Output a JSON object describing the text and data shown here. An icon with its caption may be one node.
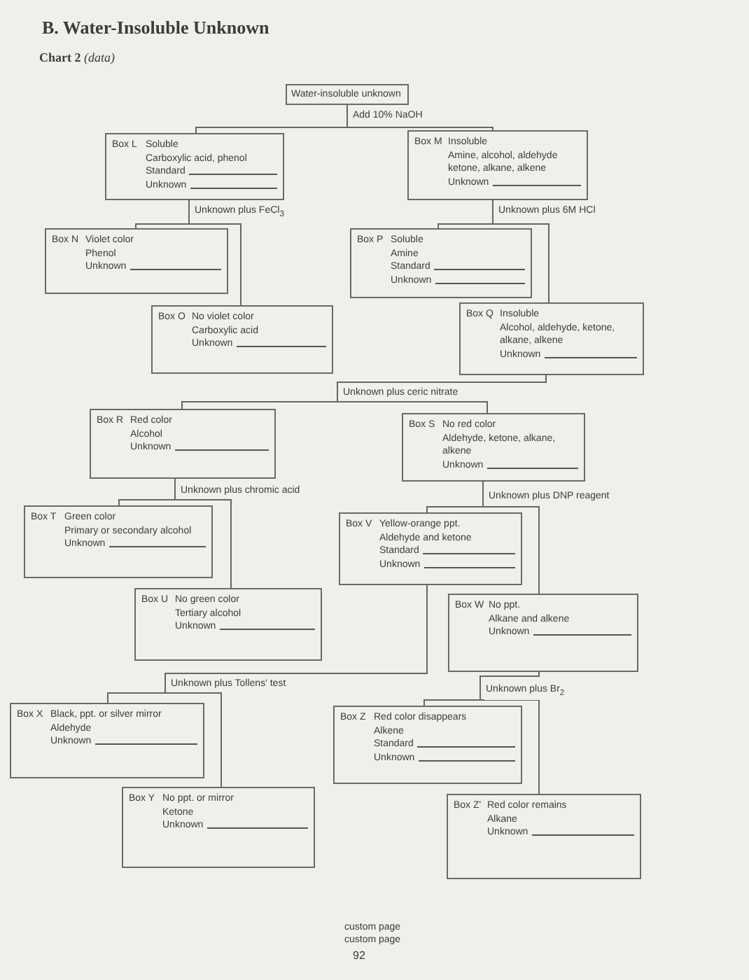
{
  "diagram": {
    "title": "B. Water-Insoluble Unknown",
    "nodes": [
      {
        "text": [
          "Water-insoluble unknown"
        ]
      },
      {
        "text": [
          "Box L",
          "Soluble",
          "Carboxylic acid, phenol",
          "Standard",
          "Unknown"
        ]
      },
      {
        "text": [
          "Box M",
          "Insoluble",
          "Amine, alcohol, aldehyde ketone, alkane, alkene",
          "Unknown"
        ]
      },
      {
        "text": [
          "Box N",
          "Violet color",
          "Phenol",
          "Unknown"
        ]
      },
      {
        "text": [
          "Box P",
          "Soluble",
          "Amine",
          "Standard",
          "Unknown"
        ]
      },
      {
        "text": [
          "Box O",
          "No violet color",
          "Carboxylic acid",
          "Unknown"
        ]
      },
      {
        "text": [
          "Box Q",
          "Insoluble",
          "Alcohol, aldehyde, ketone, alkane, alkene",
          "Unknown"
        ]
      },
      {
        "text": [
          "Box R",
          "Red color",
          "Alcohol",
          "Unknown"
        ]
      },
      {
        "text": [
          "Box S",
          "No red color",
          "Aldehyde, ketone, alkane, alkene",
          "Unknown"
        ]
      },
      {
        "text": [
          "Box T",
          "Green color",
          "Primary or secondary alcohol",
          "Unknown"
        ]
      },
      {
        "text": [
          "Box V",
          "Yellow-orange ppt.",
          "Aldehyde and ketone",
          "Standard",
          "Unknown"
        ]
      },
      {
        "text": [
          "Box U",
          "No green color",
          "Tertiary alcohol",
          "Unknown"
        ]
      },
      {
        "text": [
          "Box W",
          "No ppt.",
          "Alkane and alkene",
          "Unknown"
        ]
      },
      {
        "text": [
          "Box X",
          "Black, ppt. or silver mirror",
          "Aldehyde",
          "Unknown"
        ]
      },
      {
        "text": [
          "Box Z",
          "Red color disappears",
          "Alkene",
          "Standard",
          "Unknown"
        ]
      },
      {
        "text": [
          "Box Y",
          "No ppt. or mirror",
          "Ketone",
          "Unknown"
        ]
      },
      {
        "text": [
          "Box Z'",
          "Red color remains",
          "Alkane",
          "Unknown"
        ]
      }
    ],
    "edges": [
      {
        "from": 0,
        "to": 1,
        "arrow": "none",
        "label": "Add 10% NaOH"
      },
      {
        "from": 0,
        "to": 2,
        "arrow": "none"
      },
      {
        "from": 1,
        "to": 3,
        "arrow": "none",
        "label": "Unknown plus FeCl$_{3}$"
      },
      {
        "from": 1,
        "to": 5,
        "arrow": "none"
      },
      {
        "from": 2,
        "to": 4,
        "arrow": "none",
        "label": "Unknown plus 6M HCl"
      },
      {
        "from": 2,
        "to": 6,
        "arrow": "none"
      },
      {
        "from": 6,
        "to": 7,
        "arrow": "none",
        "label": "Unknown plus ceric nitrate"
      },
      {
        "from": 6,
        "to": 8,
        "arrow": "none"
      },
      {
        "from": 7,
        "to": 9,
        "arrow": "none",
        "label": "Unknown plus chromic acid"
      },
      {
        "from": 7,
        "to": 11,
        "arrow": "none"
      },
      {
        "from": 8,
        "to": 10,
        "arrow": "none",
        "label": "Unknown plus DNP reagent"
      },
      {
        "from": 8,
        "to": 12,
        "arrow": "none"
      },
      {
        "from": 10,
        "to": 13,
        "arrow": "none",
        "label": "Unknown plus Tollens' test"
      },
      {
        "from": 10,
        "to": 15,
        "arrow": "none"
      },
      {
        "from": 12,
        "to": 14,
        "arrow": "none",
        "label": "Unknown plus Br$_{2}$"
      },
      {
        "from": 12,
        "to": 16,
        "arrow": "none"
      }
    ],
    "labels": [
      "**Chart 2** *(data)*",
      "custom page",
      "custom page",
      "92"
    ]
  }
}
